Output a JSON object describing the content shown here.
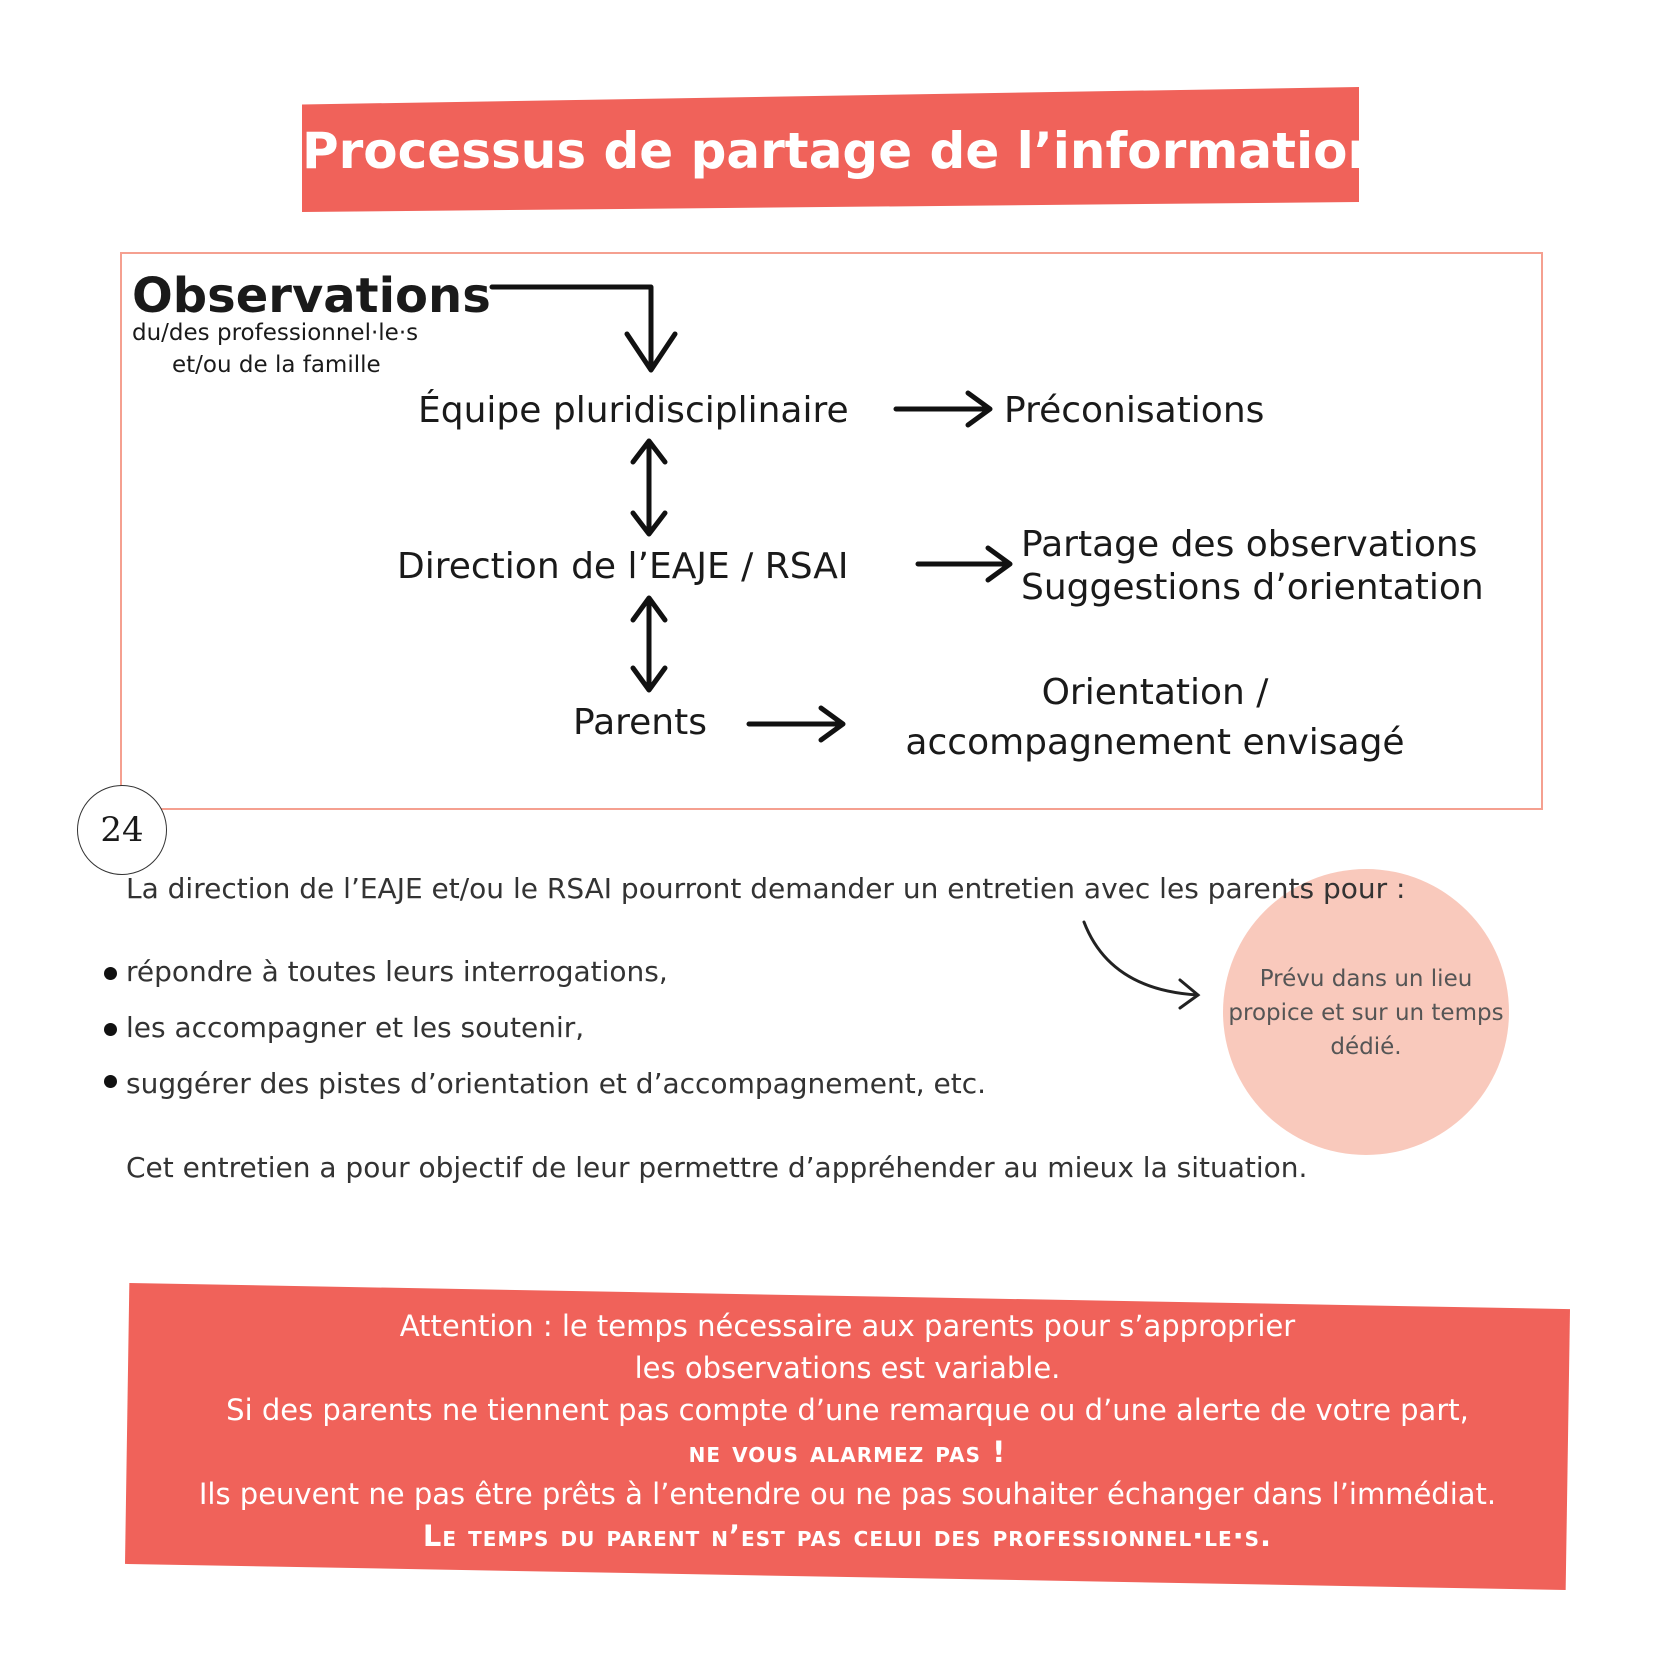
{
  "title": "Processus de partage de l’information",
  "diagram": {
    "observations": "Observations",
    "observations_sub1": "du/des professionnel·le·s",
    "observations_sub2": "et/ou de la famille",
    "equipe": "Équipe pluridisciplinaire",
    "preconisations": "Préconisations",
    "direction": "Direction de l’EAJE / RSAI",
    "partage": "Partage des observations",
    "suggestions": "Suggestions d’orientation",
    "parents": "Parents",
    "orientation1": "Orientation /",
    "orientation2": "accompagnement envisagé"
  },
  "page_number": "24",
  "intro": "La direction de l’EAJE et/ou le RSAI pourront demander un entretien avec les parents pour :",
  "bullets": [
    "répondre à toutes leurs interrogations,",
    "les accompagner et les soutenir,",
    "suggérer des pistes d’orientation et d’accompagnement, etc."
  ],
  "note": "Prévu dans un lieu propice et sur un temps dédié.",
  "conclusion": "Cet entretien a pour objectif de leur permettre d’appréhender au mieux la situation.",
  "alert": {
    "line1": "Attention : le temps nécessaire aux parents pour s’approprier",
    "line2": "les observations est variable.",
    "line3": "Si des parents ne tiennent pas compte d’une remarque ou d’une alerte de votre part,",
    "line4": "ne vous alarmez pas !",
    "line5": "Ils peuvent ne pas être prêts à l’entendre ou ne pas souhaiter échanger dans l’immédiat.",
    "line6": "Le temps du parent n’est pas celui des professionnel·le·s."
  }
}
